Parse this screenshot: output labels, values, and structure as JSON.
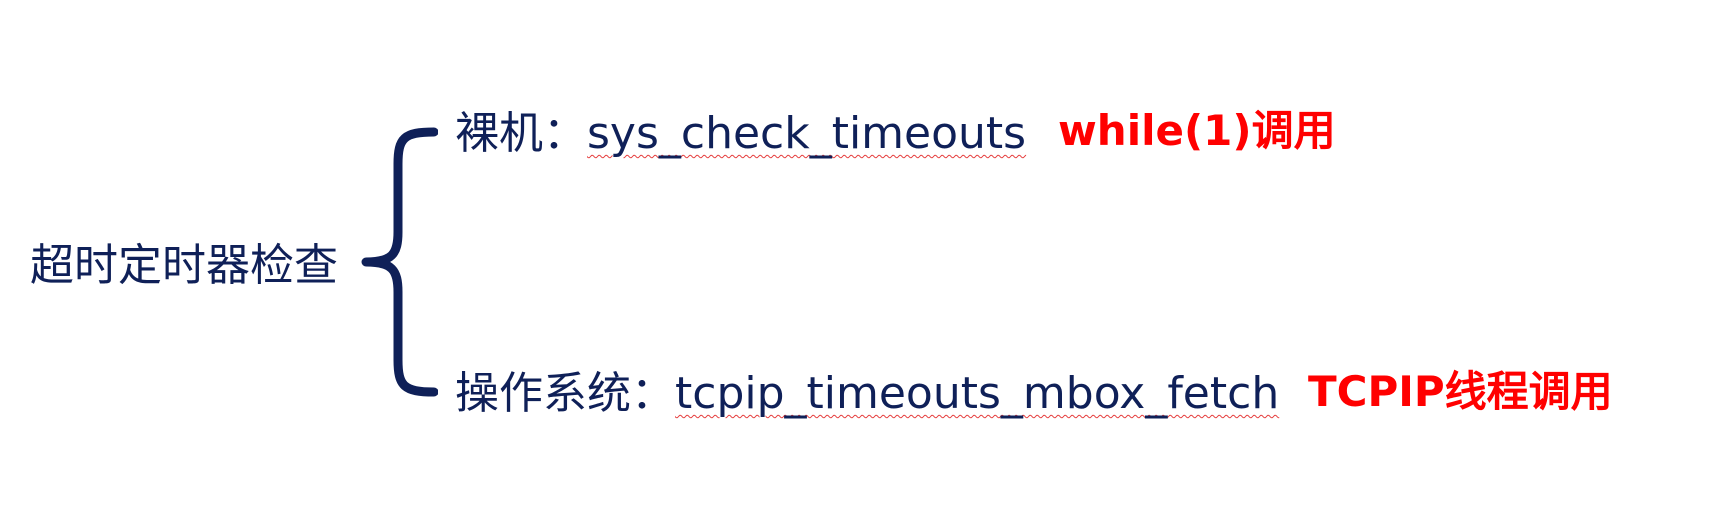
{
  "diagram": {
    "root": "超时定时器检查",
    "branches": [
      {
        "label": "裸机",
        "separator": "：",
        "function": "sys_check_timeouts",
        "note": "while(1)调用"
      },
      {
        "label": "操作系统",
        "separator": "：",
        "function": "tcpip_timeouts_mbox_fetch",
        "note": "TCPIP线程调用"
      }
    ]
  },
  "colors": {
    "text": "#0f2058",
    "brace": "#0f2058",
    "note": "#ff0000",
    "underline": "#e53b3b"
  }
}
